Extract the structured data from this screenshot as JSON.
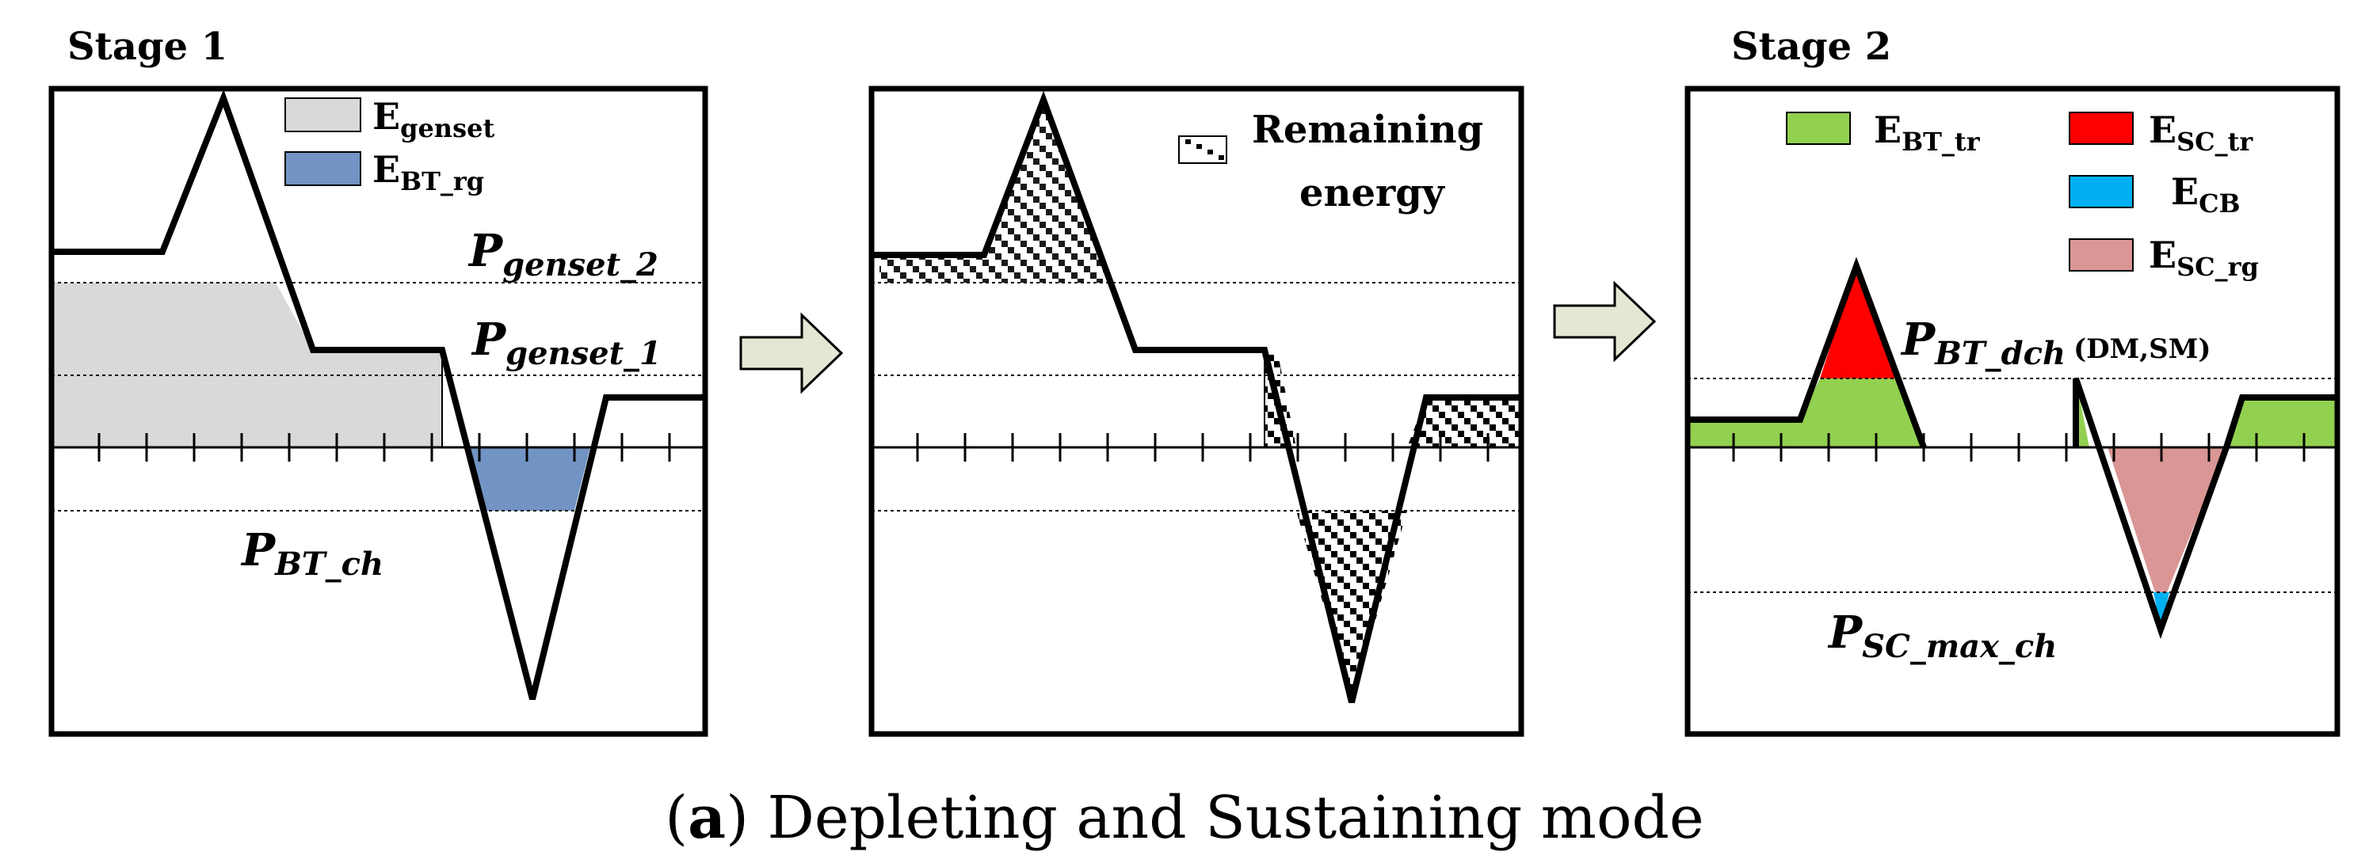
{
  "panels": {
    "stage1": {
      "title": "Stage 1",
      "legend": [
        {
          "base": "E",
          "sub": "genset",
          "color": "#d9d9d9"
        },
        {
          "base": "E",
          "sub": "BT_rg",
          "color": "#7294c4"
        }
      ],
      "thresholds": [
        {
          "base": "P",
          "sub": "genset_2"
        },
        {
          "base": "P",
          "sub": "genset_1"
        },
        {
          "base": "P",
          "sub": "BT_ch"
        }
      ]
    },
    "middle": {
      "legend_line1": "Remaining",
      "legend_line2": "energy"
    },
    "stage2": {
      "title": "Stage 2",
      "legend": [
        {
          "base": "E",
          "sub": "BT_tr",
          "color": "#92d050"
        },
        {
          "base": "E",
          "sub": "SC_tr",
          "color": "#ff0000"
        },
        {
          "base": "E",
          "sub": "CB",
          "color": "#00b0f0"
        },
        {
          "base": "E",
          "sub": "SC_rg",
          "color": "#d99694"
        }
      ],
      "thresholds": [
        {
          "base": "P",
          "sub": "BT_dch",
          "suffix": "(DM,SM)"
        },
        {
          "base": "P",
          "sub": "SC_max_ch"
        }
      ]
    }
  },
  "caption": {
    "open": "(",
    "letter": "a",
    "rest": ") Depleting and Sustaining mode"
  },
  "colors": {
    "genset_fill": "#d9d9d9",
    "bt_rg_fill": "#7294c4",
    "bt_tr_fill": "#92d050",
    "sc_tr_fill": "#ff0000",
    "cb_fill": "#00b0f0",
    "sc_rg_fill": "#d99694",
    "arrow_fill": "#e3e8d4"
  }
}
